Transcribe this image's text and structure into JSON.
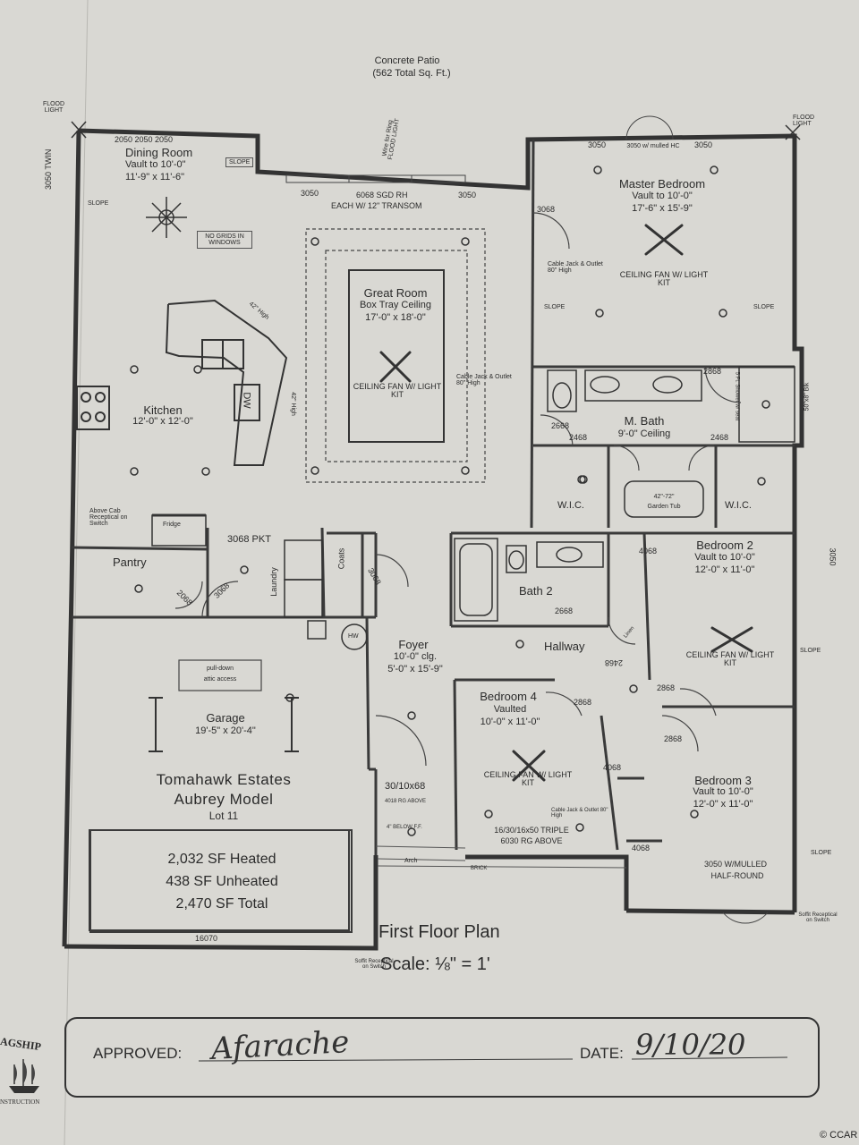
{
  "header": {
    "patio_line1": "Concrete Patio",
    "patio_line2": "(562 Total Sq. Ft.)",
    "flood_light_left": "FLOOD LIGHT",
    "flood_light_right": "FLOOD LIGHT",
    "wire_note": "Wire for Ring FLOOD LIGHT",
    "twin_window": "3050 TWIN"
  },
  "rooms": {
    "dining": {
      "name": "Dining Room",
      "vault": "Vault to 10'-0\"",
      "size": "11'-9\" x 11'-6\"",
      "windows": "2050 2050 2050",
      "no_grids": "NO GRIDS IN WINDOWS"
    },
    "great": {
      "name": "Great Room",
      "ceiling": "Box Tray Ceiling",
      "size": "17'-0\" x 18'-0\"",
      "fan": "CEILING FAN W/ LIGHT KIT",
      "cable": "Cable Jack & Outlet 80\" High"
    },
    "kitchen": {
      "name": "Kitchen",
      "size": "12'-0\" x 12'-0\"",
      "high1": "42\" High",
      "high2": "42\" High",
      "dw": "DW",
      "fridge": "Fridge",
      "above_cab": "Above Cab Receptical on Switch"
    },
    "master": {
      "name": "Master Bedroom",
      "vault": "Vault to 10'-0\"",
      "size": "17'-6\" x 15'-9\"",
      "fan": "CEILING FAN W/ LIGHT KIT",
      "window": "3050 w/ mulled HC",
      "win_left": "3050",
      "win_right": "3050",
      "door": "3068",
      "cable": "Cable Jack & Outlet 80\" High"
    },
    "mbath": {
      "name": "M. Bath",
      "ceiling": "9'-0\" Ceiling",
      "door_right": "2868",
      "door_left": "2668",
      "door_a": "2468",
      "door_b": "2468",
      "shower": "5 Ft. Shower w/ seat",
      "blk": "50\"x8\" Blk",
      "wic_left": "W.I.C.",
      "wic_right": "W.I.C.",
      "tub_size": "42\"-72\"",
      "tub": "Garden Tub"
    },
    "bed2": {
      "name": "Bedroom 2",
      "vault": "Vault to 10'-0\"",
      "size": "12'-0\" x 11'-0\"",
      "fan": "CEILING FAN W/ LIGHT KIT",
      "closet": "4068",
      "window": "3050"
    },
    "bath2": {
      "name": "Bath 2",
      "door": "2668"
    },
    "hallway": {
      "name": "Hallway",
      "linen": "Linen",
      "door": "2468"
    },
    "bed4": {
      "name": "Bedroom 4",
      "vault": "Vaulted",
      "size": "10'-0\" x 11'-0\"",
      "fan": "CEILING FAN W/ LIGHT KIT",
      "door": "2868",
      "closet": "4068",
      "cable": "Cable Jack & Outlet 80\" High",
      "window": "16/30/16x50 TRIPLE",
      "rg": "6030 RG ABOVE"
    },
    "bed3": {
      "name": "Bedroom 3",
      "vault": "Vault to 10'-0\"",
      "size": "12'-0\" x 11'-0\"",
      "closet": "4068",
      "window": "3050 W/MULLED",
      "window2": "HALF-ROUND",
      "door_a": "2868",
      "door_b": "2868"
    },
    "foyer": {
      "name": "Foyer",
      "ceiling": "10'-0\" clg.",
      "size": "5'-0\" x 15'-9\"",
      "entry": "30/10x68",
      "rg": "4018 RG ABOVE",
      "below": "4\" BELOW F.F.",
      "arch": "Arch",
      "brick": "BRICK"
    },
    "pantry": {
      "name": "Pantry",
      "door": "2068"
    },
    "laundry": {
      "name": "Laundry",
      "door": "3068",
      "pkt": "3068 PKT"
    },
    "coats": {
      "name": "Coats",
      "door": "3068"
    },
    "garage": {
      "name": "Garage",
      "size": "19'-5\" x 20'-4\"",
      "attic1": "pull-down",
      "attic2": "attic access",
      "door": "16070",
      "hw": "HW"
    }
  },
  "openings": {
    "rear_left": "3050",
    "rear_center_line1": "6068 SGD RH",
    "rear_center_line2": "EACH W/ 12\" TRANSOM",
    "rear_right": "3050",
    "slope": "SLOPE"
  },
  "project": {
    "line1": "Tomahawk Estates",
    "line2": "Aubrey Model",
    "line3": "Lot 11",
    "heated": "2,032 SF Heated",
    "unheated": "438 SF Unheated",
    "total": "2,470 SF Total"
  },
  "plan": {
    "title": "First Floor Plan",
    "scale": "Scale: ⅛\" = 1'",
    "soffit_left": "Soffit Receptical on Switch",
    "soffit_right": "Soffit Receptical on Switch"
  },
  "approval": {
    "approved_label": "APPROVED:",
    "signature": "Afarache",
    "date_label": "DATE:",
    "date_value": "9/10/20"
  },
  "logo": {
    "text": "AGSHIP",
    "sub": "NSTRUCTION"
  },
  "watermark": "© CCAR",
  "colors": {
    "paper": "#d9d8d3",
    "ink": "#2b2b2b"
  }
}
